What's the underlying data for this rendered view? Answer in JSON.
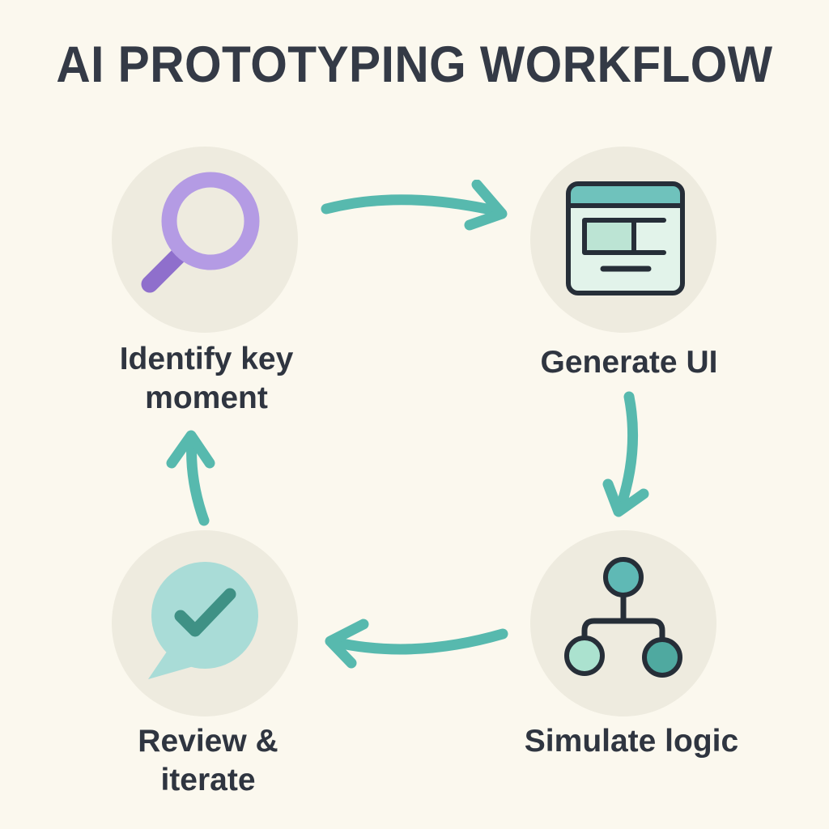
{
  "title": "AI PROTOTYPING WORKFLOW",
  "steps": [
    {
      "id": "identify-key-moment",
      "label": "Identify key\nmoment",
      "icon": "magnifier-icon"
    },
    {
      "id": "generate-ui",
      "label": "Generate UI",
      "icon": "browser-window-icon"
    },
    {
      "id": "simulate-logic",
      "label": "Simulate logic",
      "icon": "flow-nodes-icon"
    },
    {
      "id": "review-iterate",
      "label": "Review &\niterate",
      "icon": "check-speech-bubble-icon"
    }
  ],
  "flow": [
    {
      "from": "Identify key moment",
      "to": "Generate UI"
    },
    {
      "from": "Generate UI",
      "to": "Simulate logic"
    },
    {
      "from": "Simulate logic",
      "to": "Review & iterate"
    },
    {
      "from": "Review & iterate",
      "to": "Identify key moment"
    }
  ],
  "colors": {
    "bg": "#FBF8EE",
    "ink": "#343A46",
    "label-ink": "#2F3540",
    "arrow": "#57B9AE",
    "circle-bg": "#EEEBDF",
    "purple-ring": "#B49BE4",
    "purple-handle": "#8F6FCC",
    "icon-stroke": "#262E38",
    "teal-bar": "#6FC2BC",
    "mint-body": "#E2F3EA",
    "mint-fill": "#BCE4D4",
    "node-top": "#5FB9B5",
    "node-left": "#ABE2CF",
    "node-right": "#4FA9A0",
    "bubble": "#A9DCD7",
    "check": "#3F9185"
  }
}
